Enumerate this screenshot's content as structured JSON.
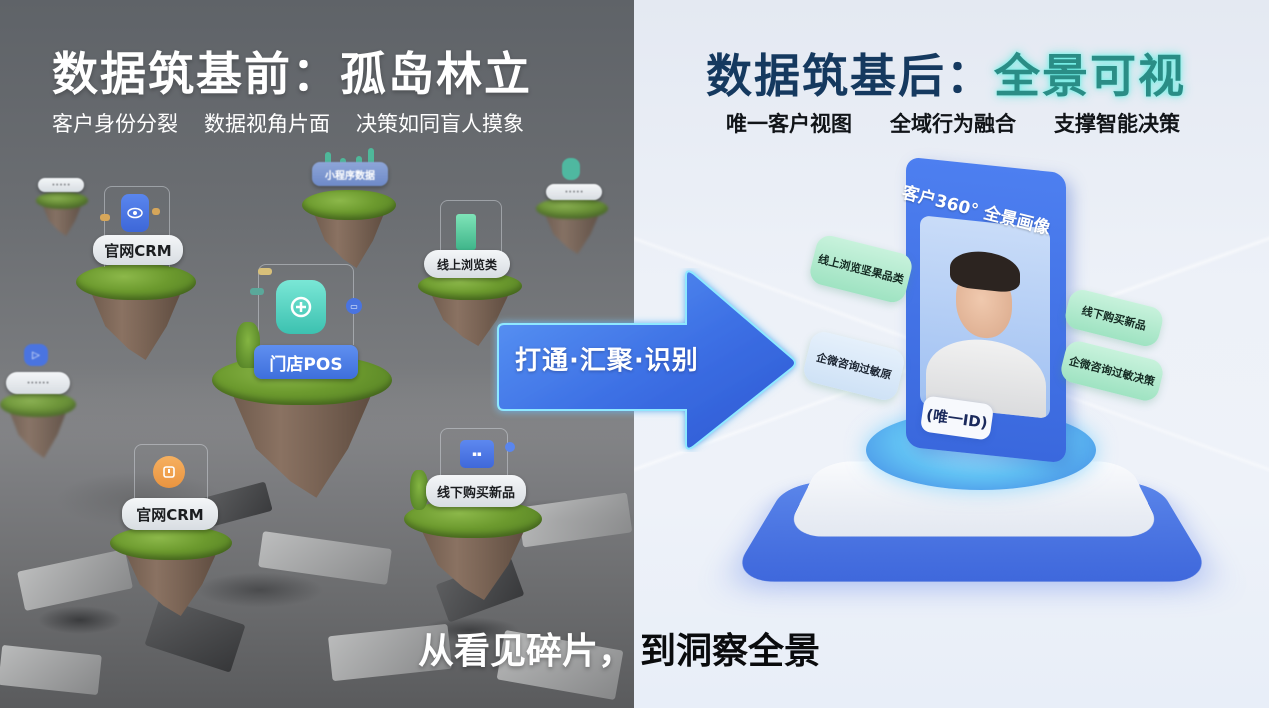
{
  "left": {
    "title": "数据筑基前：孤岛林立",
    "subtitles": [
      "客户身份分裂",
      "数据视角片面",
      "决策如同盲人摸象"
    ],
    "islands": [
      {
        "label": "官网CRM",
        "icon": "eye-app-icon",
        "icon_color": "#4a74e0"
      },
      {
        "label": "门店POS",
        "icon": "store-box-icon",
        "icon_color": "#4fd1c0"
      },
      {
        "label": "官网CRM",
        "icon": "orange-app-icon",
        "icon_color": "#f0a04e"
      },
      {
        "label": "线下购买新品",
        "icon": "blue-card-icon",
        "icon_color": "#4a74e0"
      },
      {
        "label": "小程序数据",
        "icon": "bar-chart-icon",
        "icon_color": "#4fb89a"
      },
      {
        "label": "线上浏览类",
        "icon": "bar-chart-icon",
        "icon_color": "#4fd1a0"
      }
    ],
    "colors": {
      "background": "#6b6e72",
      "moss": "#6c9a2e",
      "rock": "#7a6455"
    }
  },
  "center": {
    "arrow_label": "打通·汇聚·识别",
    "arrow_color": "#3c6fe4"
  },
  "right": {
    "title_prefix": "数据筑基后：",
    "title_highlight": "全景可视",
    "subtitles": [
      "唯一客户视图",
      "全域行为融合",
      "支撑智能决策"
    ],
    "card_title": "客户360° 全景画像",
    "id_badge": "(唯一ID)",
    "tags_left": [
      "线上浏览坚果品类",
      "企微咨询过敏原"
    ],
    "tags_right": [
      "线下购买新品",
      "企微咨询过敏决策"
    ],
    "colors": {
      "title": "#15395f",
      "highlight": "#2a8d86",
      "card": "#4d7ff0",
      "tag_green": "#b2eacd",
      "background": "#edf1f8"
    }
  },
  "slogan": {
    "part1": "从看见碎片，",
    "part2": "到洞察全景"
  }
}
